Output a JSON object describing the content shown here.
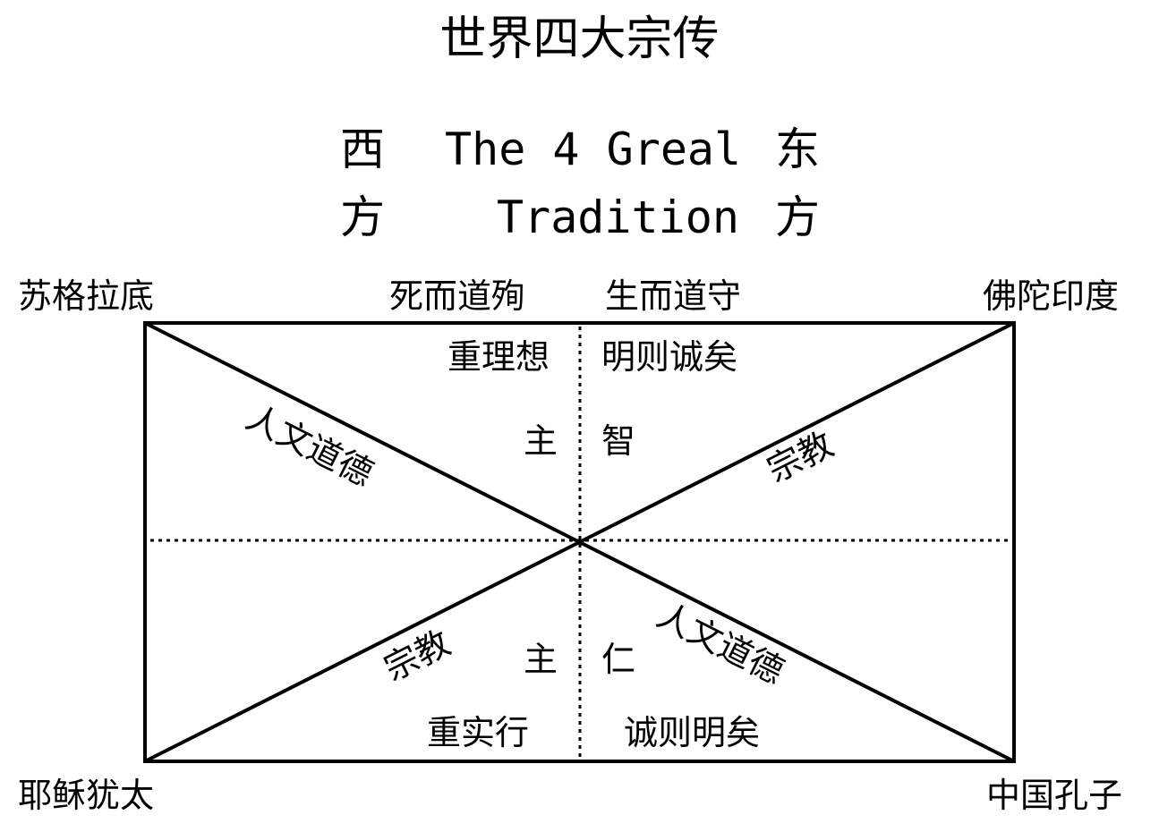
{
  "title": "世界四大宗传",
  "header": {
    "west_top": "西",
    "west_bottom": "方",
    "east_top": "东",
    "east_bottom": "方",
    "english_line1": "The 4 Greal",
    "english_line2": "Tradition"
  },
  "corners": {
    "top_left": "苏格拉底",
    "top_right": "佛陀印度",
    "bottom_left": "耶稣犹太",
    "bottom_right": "中国孔子"
  },
  "top_labels": {
    "left": "死而道殉",
    "right": "生而道守"
  },
  "upper": {
    "left_1": "重理想",
    "left_2": "主",
    "right_1": "明则诚矣",
    "right_2": "智"
  },
  "lower": {
    "left_1": "主",
    "left_2": "重实行",
    "right_1": "仁",
    "right_2": "诚则明矣"
  },
  "diagonals": {
    "upper_left": "人文道德",
    "upper_right": "宗教",
    "lower_left": "宗教",
    "lower_right": "人文道德"
  }
}
